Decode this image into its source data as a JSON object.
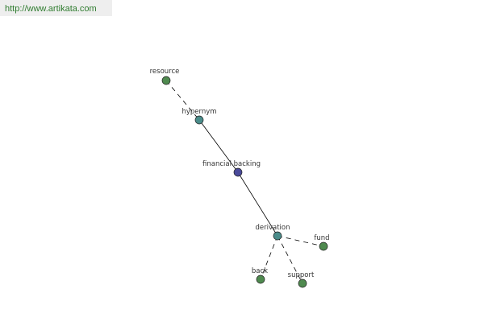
{
  "banner": {
    "url_text": "http://www.artikata.com"
  },
  "graph": {
    "colors": {
      "center": "#4a4a9a",
      "relation": "#4a8c8a",
      "leaf": "#4f8a4f"
    },
    "nodes": [
      {
        "id": "resource",
        "label": "resource",
        "kind": "leaf"
      },
      {
        "id": "hypernym",
        "label": "hypernym",
        "kind": "relation"
      },
      {
        "id": "financial-backing",
        "label": "financial backing",
        "kind": "center"
      },
      {
        "id": "derivation",
        "label": "derivation",
        "kind": "relation"
      },
      {
        "id": "fund",
        "label": "fund",
        "kind": "leaf"
      },
      {
        "id": "back",
        "label": "back",
        "kind": "leaf"
      },
      {
        "id": "support",
        "label": "support",
        "kind": "leaf"
      }
    ],
    "edges": [
      {
        "from": "resource",
        "to": "hypernym",
        "style": "dashed"
      },
      {
        "from": "hypernym",
        "to": "financial-backing",
        "style": "solid"
      },
      {
        "from": "financial-backing",
        "to": "derivation",
        "style": "solid"
      },
      {
        "from": "derivation",
        "to": "fund",
        "style": "dashed"
      },
      {
        "from": "derivation",
        "to": "back",
        "style": "dashed"
      },
      {
        "from": "derivation",
        "to": "support",
        "style": "dashed"
      }
    ]
  }
}
